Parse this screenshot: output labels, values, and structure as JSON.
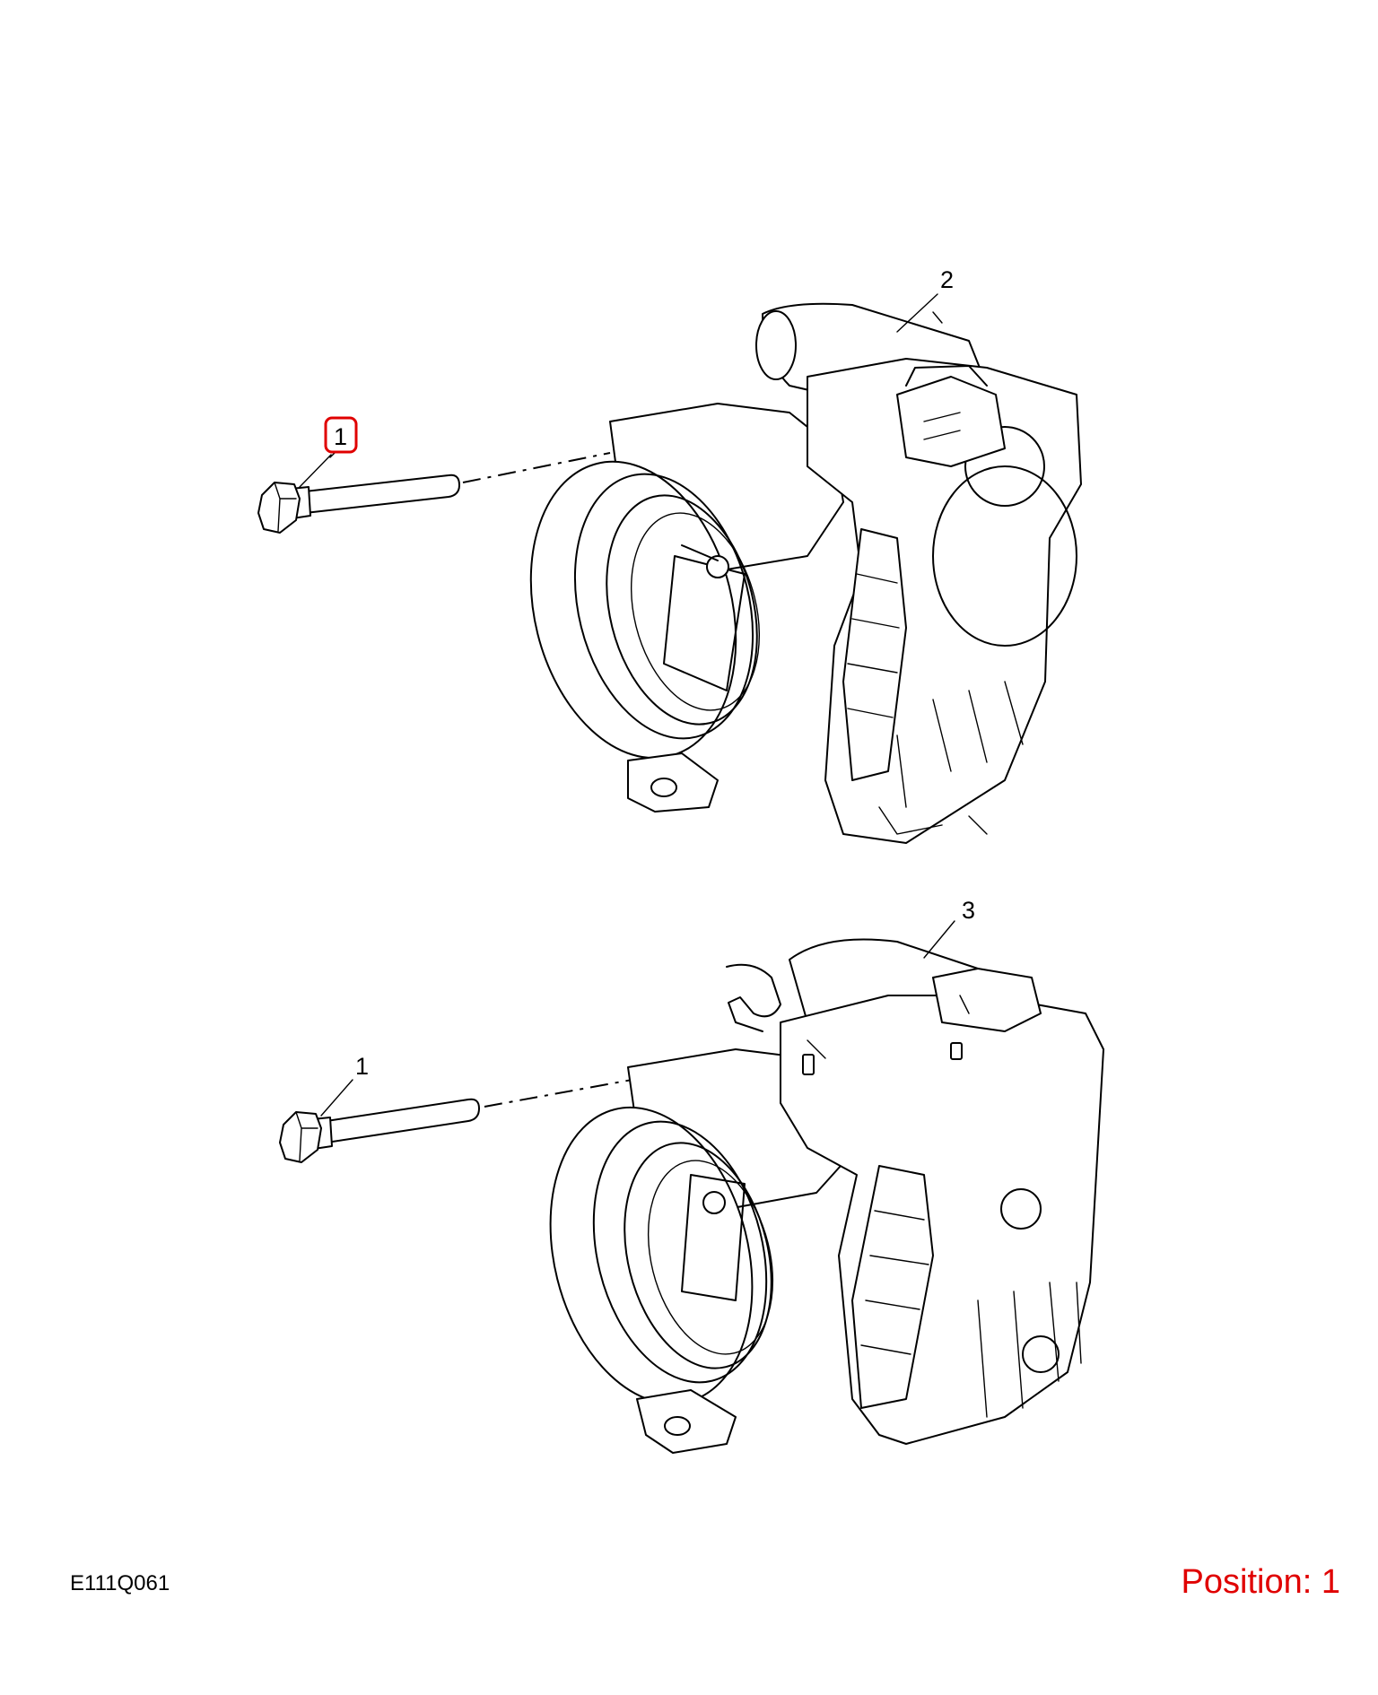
{
  "callouts": {
    "top_bolt": "1",
    "top_body": "2",
    "bottom_bolt": "1",
    "bottom_body": "3"
  },
  "footer": {
    "figure_code": "E111Q061",
    "position_label": "Position: 1"
  },
  "colors": {
    "highlight": "#e00000",
    "ink": "#000000",
    "background": "#ffffff"
  },
  "selected_callout": "1"
}
